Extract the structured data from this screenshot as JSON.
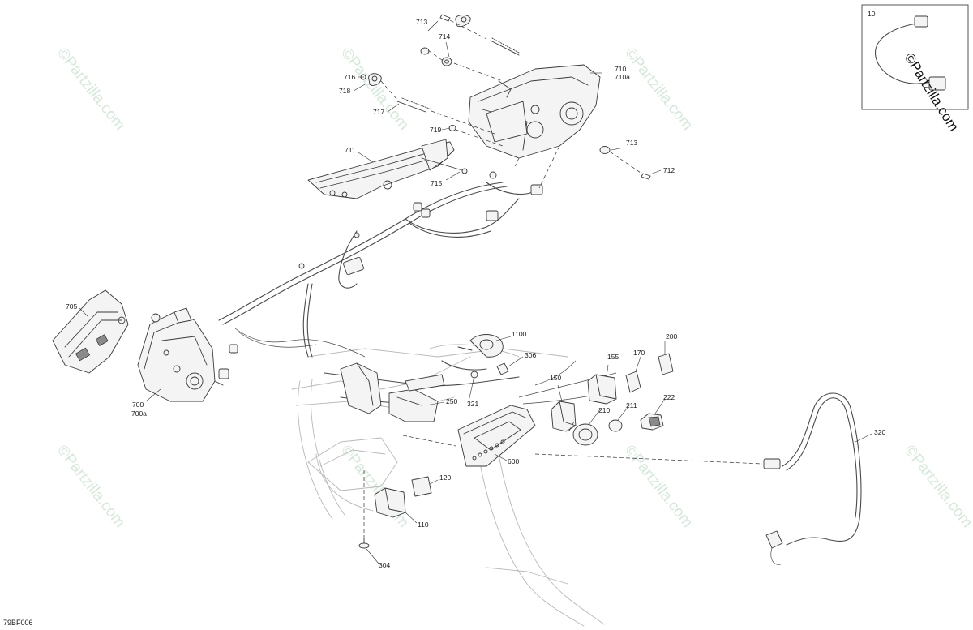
{
  "diagram": {
    "drawing_code": "79BF006",
    "watermark": "©Partzilla.com",
    "inset_label": "10",
    "parts": [
      {
        "key": "p713a",
        "label": "713"
      },
      {
        "key": "p714",
        "label": "714"
      },
      {
        "key": "p716",
        "label": "716"
      },
      {
        "key": "p718",
        "label": "718"
      },
      {
        "key": "p717",
        "label": "717"
      },
      {
        "key": "p710",
        "label": "710"
      },
      {
        "key": "p710a",
        "label": "710a"
      },
      {
        "key": "p719",
        "label": "719"
      },
      {
        "key": "p711",
        "label": "711"
      },
      {
        "key": "p713b",
        "label": "713"
      },
      {
        "key": "p712",
        "label": "712"
      },
      {
        "key": "p715",
        "label": "715"
      },
      {
        "key": "p705",
        "label": "705"
      },
      {
        "key": "p700",
        "label": "700"
      },
      {
        "key": "p700a",
        "label": "700a"
      },
      {
        "key": "p1100",
        "label": "1100"
      },
      {
        "key": "p306",
        "label": "306"
      },
      {
        "key": "p155",
        "label": "155"
      },
      {
        "key": "p170",
        "label": "170"
      },
      {
        "key": "p200",
        "label": "200"
      },
      {
        "key": "p150",
        "label": "150"
      },
      {
        "key": "p250",
        "label": "250"
      },
      {
        "key": "p321",
        "label": "321"
      },
      {
        "key": "p210",
        "label": "210"
      },
      {
        "key": "p211",
        "label": "211"
      },
      {
        "key": "p222",
        "label": "222"
      },
      {
        "key": "p320",
        "label": "320"
      },
      {
        "key": "p600",
        "label": "600"
      },
      {
        "key": "p120",
        "label": "120"
      },
      {
        "key": "p110",
        "label": "110"
      },
      {
        "key": "p304",
        "label": "304"
      }
    ]
  }
}
